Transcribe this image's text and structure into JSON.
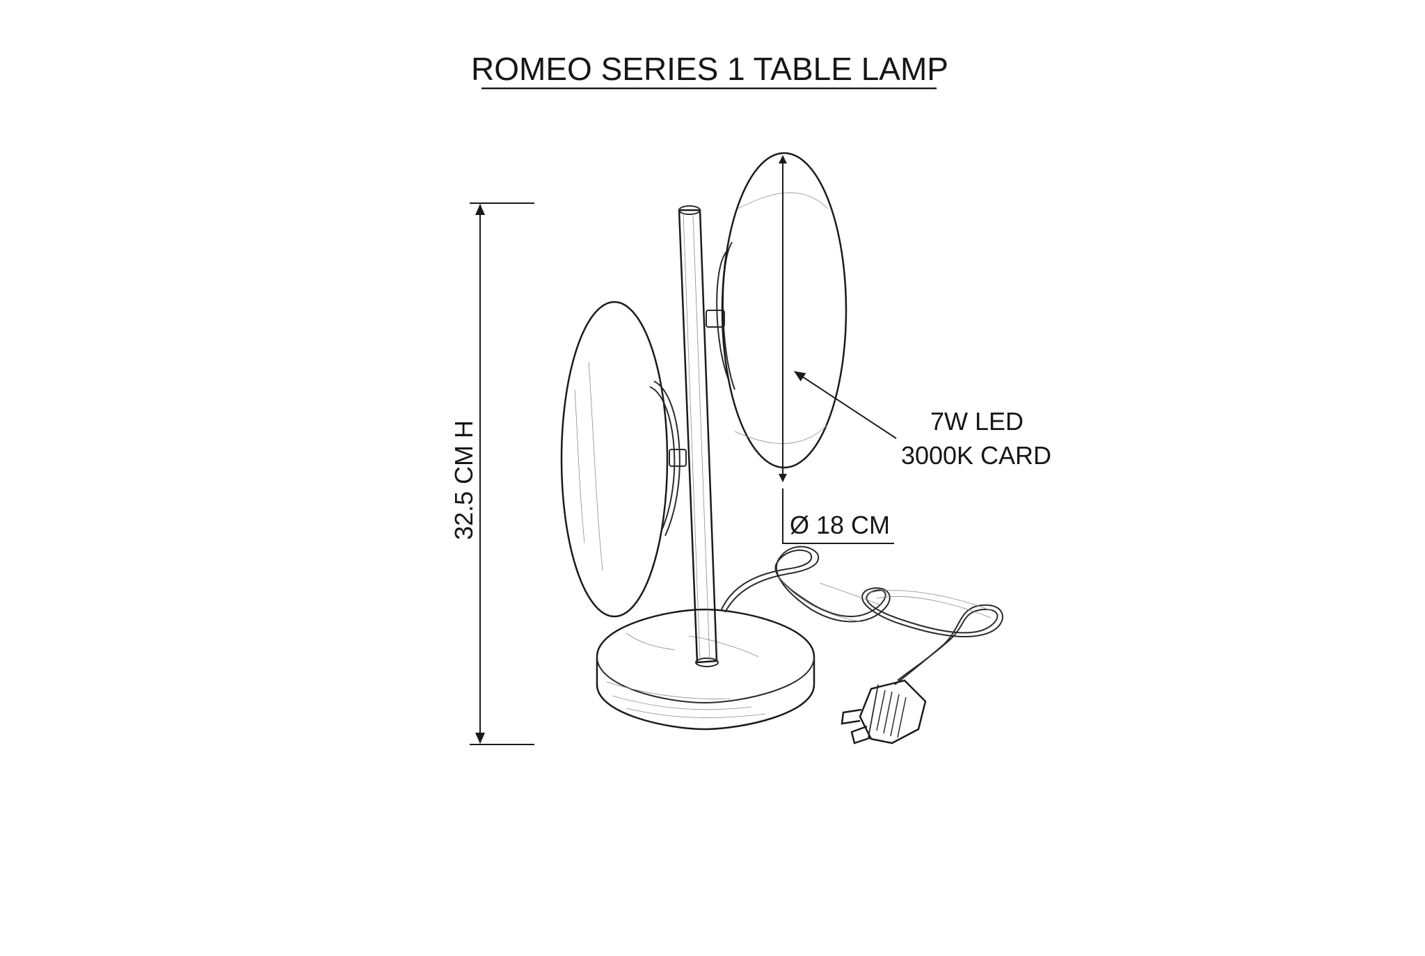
{
  "title": "ROMEO SERIES 1 TABLE LAMP",
  "dimensions": {
    "height": "32.5 CM H",
    "diameter": "Ø 18 CM"
  },
  "callout": {
    "line1": "7W LED",
    "line2": "3000K CARD"
  },
  "colors": {
    "ink": "#1a1a1a",
    "background": "#ffffff"
  }
}
